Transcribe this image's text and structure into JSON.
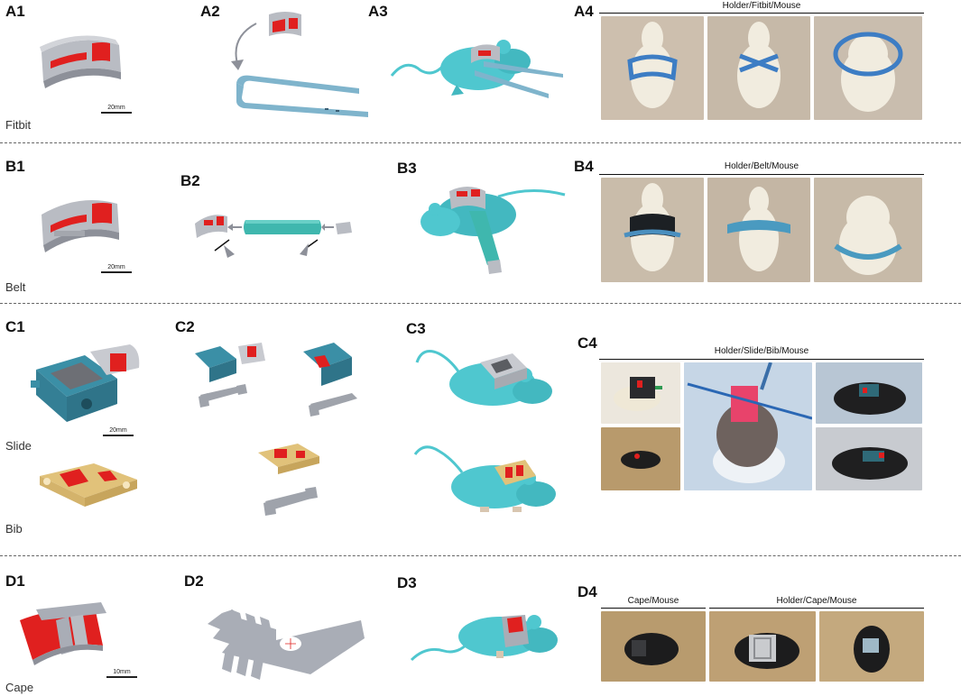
{
  "rows": {
    "A": {
      "name": "Fitbit",
      "scale": "20mm",
      "photo_caption": "Holder/Fitbit/Mouse"
    },
    "B": {
      "name": "Belt",
      "scale": "20mm",
      "photo_caption": "Holder/Belt/Mouse"
    },
    "C": {
      "name_top": "Slide",
      "name_bottom": "Bib",
      "scale": "20mm",
      "photo_caption": "Holder/Slide/Bib/Mouse"
    },
    "D": {
      "name": "Cape",
      "scale": "10mm",
      "photo_caption_left": "Cape/Mouse",
      "photo_caption_right": "Holder/Cape/Mouse"
    }
  },
  "panels": {
    "A1": "A1",
    "A2": "A2",
    "A3": "A3",
    "A4": "A4",
    "B1": "B1",
    "B2": "B2",
    "B3": "B3",
    "B4": "B4",
    "C1": "C1",
    "C2": "C2",
    "C3": "C3",
    "C4": "C4",
    "D1": "D1",
    "D2": "D2",
    "D3": "D3",
    "D4": "D4"
  },
  "colors": {
    "holder_gray": "#b9bcc3",
    "holder_dark": "#8d9099",
    "insert_red": "#e0201f",
    "mouse_cyan": "#4fc7cf",
    "frame_blue": "#7fb4cc",
    "belt_teal": "#3fb7ae",
    "slide_teal": "#3b8fa6",
    "bib_gold": "#d9b868",
    "cape_gray": "#a9adb6"
  }
}
